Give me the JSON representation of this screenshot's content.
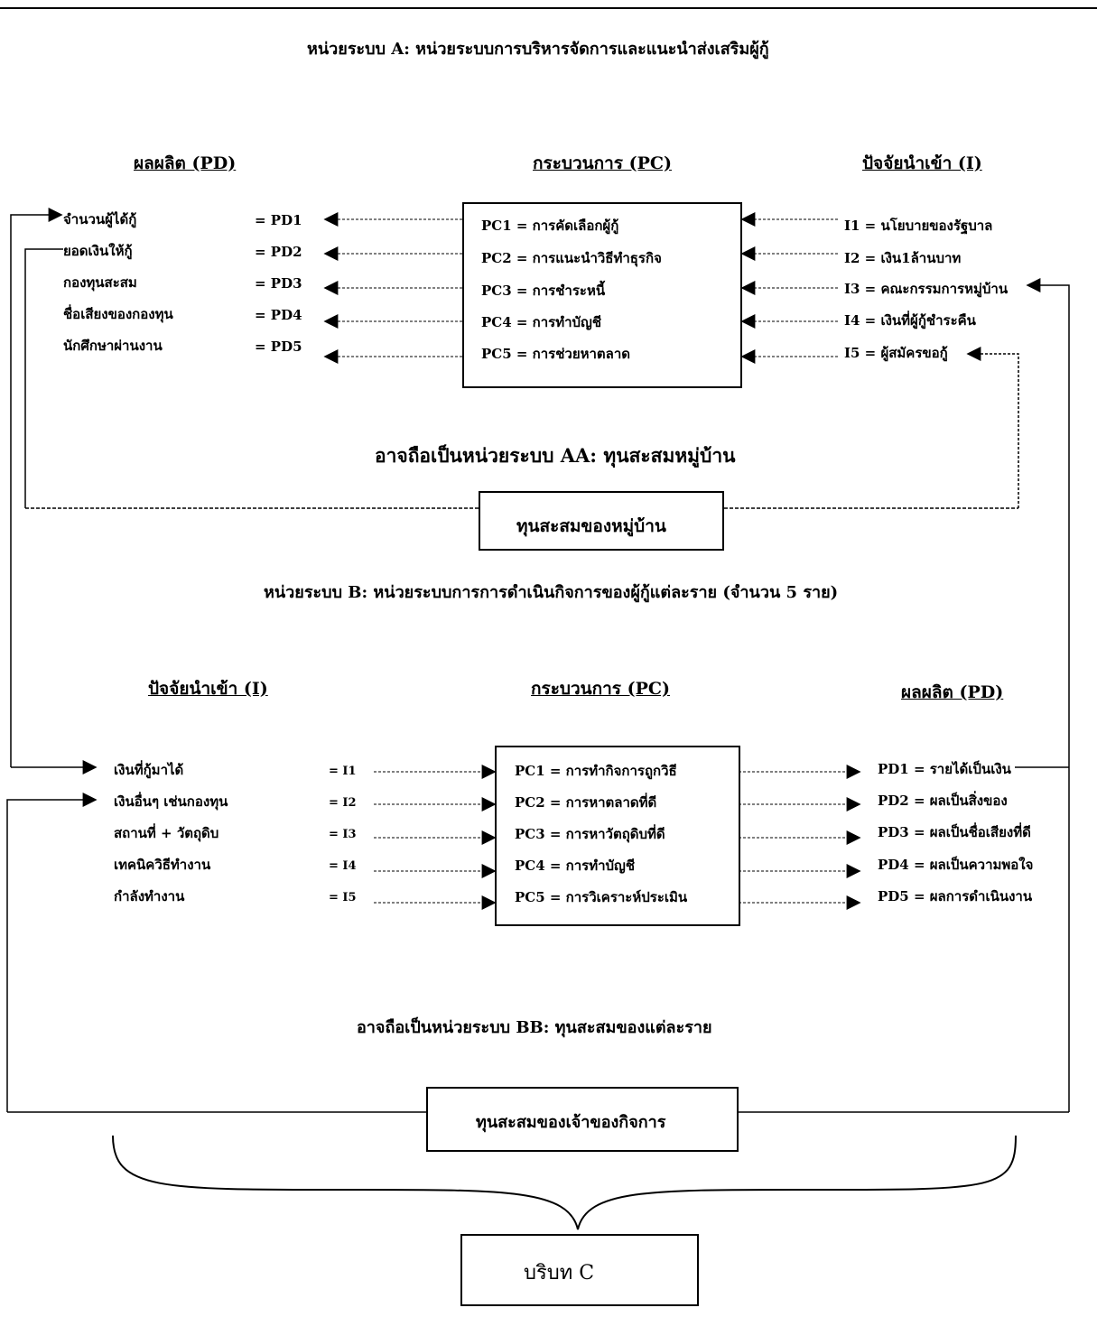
{
  "title_a": "หน่วยระบบ A:  หน่วยระบบการบริหารจัดการและแนะนำส่งเสริมผู้กู้",
  "unit_a": {
    "outputs_header": "ผลผลิต (PD)",
    "process_header": "กระบวนการ (PC)",
    "inputs_header": "ปัจจัยนำเข้า (I)",
    "outputs": [
      {
        "label": "จำนวนผู้ได้กู้",
        "code": "= PD1"
      },
      {
        "label": "ยอดเงินให้กู้",
        "code": "= PD2"
      },
      {
        "label": "กองทุนสะสม",
        "code": "= PD3"
      },
      {
        "label": "ชื่อเสียงของกองทุน",
        "code": "= PD4"
      },
      {
        "label": "นักศึกษาผ่านงาน",
        "code": "= PD5"
      }
    ],
    "processes": [
      "PC1 = การคัดเลือกผู้กู้",
      "PC2 = การแนะนำวิธีทำธุรกิจ",
      "PC3 = การชำระหนี้",
      "PC4 = การทำบัญชี",
      "PC5 = การช่วยหาตลาด"
    ],
    "inputs": [
      "I1 = นโยบายของรัฐบาล",
      "I2 = เงิน1ล้านบาท",
      "I3 = คณะกรรมการหมู่บ้าน",
      "I4 = เงินที่ผู้กู้ชำระคืน",
      "I5 = ผู้สมัครขอกู้"
    ]
  },
  "aa_caption": "อาจถือเป็นหน่วยระบบ  AA:  ทุนสะสมหมู่บ้าน",
  "aa_box": "ทุนสะสมของหมู่บ้าน",
  "title_b": "หน่วยระบบ B:  หน่วยระบบการการดำเนินกิจการของผู้กู้แต่ละราย (จำนวน  5  ราย)",
  "unit_b": {
    "inputs_header": "ปัจจัยนำเข้า (I)",
    "process_header": "กระบวนการ (PC)",
    "outputs_header": "ผลผลิต (PD)",
    "inputs": [
      {
        "label": "เงินที่กู้มาได้",
        "code": "= I1"
      },
      {
        "label": "เงินอื่นๆ เช่นกองทุน",
        "code": "= I2"
      },
      {
        "label": "สถานที่ + วัตถุดิบ",
        "code": "= I3"
      },
      {
        "label": "เทคนิควิธีทำงาน",
        "code": "= I4"
      },
      {
        "label": "กำลังทำงาน",
        "code": "= I5"
      }
    ],
    "processes": [
      "PC1  = การทำกิจการถูกวิธี",
      "PC2  = การหาตลาดที่ดี",
      "PC3  = การหาวัตถุดิบที่ดี",
      "PC4  = การทำบัญชี",
      "PC5  = การวิเคราะห์ประเมิน"
    ],
    "outputs": [
      "PD1 = รายได้เป็นเงิน",
      "PD2 = ผลเป็นสิ่งของ",
      "PD3 = ผลเป็นชื่อเสียงที่ดี",
      "PD4 = ผลเป็นความพอใจ",
      "PD5 = ผลการดำเนินงาน"
    ]
  },
  "bb_caption": "อาจถือเป็นหน่วยระบบ  BB:  ทุนสะสมของแต่ละราย",
  "bb_box": "ทุนสะสมของเจ้าของกิจการ",
  "context_box": "บริบท  C"
}
